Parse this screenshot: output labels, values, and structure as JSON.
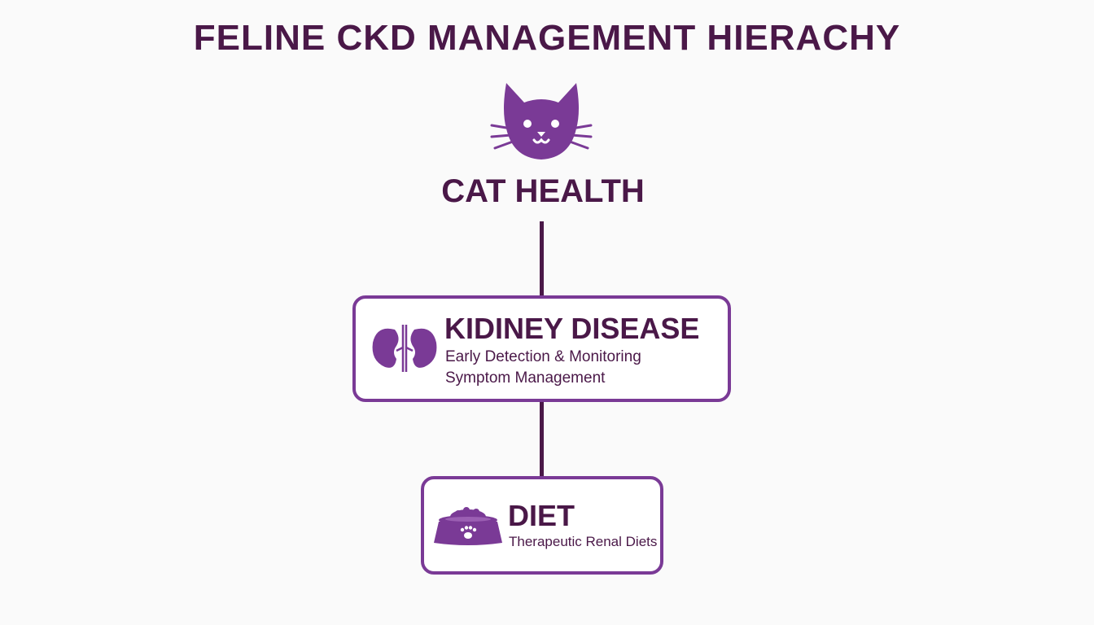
{
  "title": "FELINE CKD MANAGEMENT HIERACHY",
  "colors": {
    "primary_text": "#4a1848",
    "accent": "#7a3a96",
    "background": "#fafafa"
  },
  "root": {
    "label": "CAT HEALTH",
    "icon": "cat-icon"
  },
  "nodes": [
    {
      "title": "KIDINEY DISEASE",
      "lines": [
        "Early Detection & Monitoring",
        "Symptom Management"
      ],
      "icon": "kidney-icon"
    },
    {
      "title": "DIET",
      "lines": [
        "Therapeutic Renal Diets"
      ],
      "icon": "food-bowl-icon"
    }
  ]
}
